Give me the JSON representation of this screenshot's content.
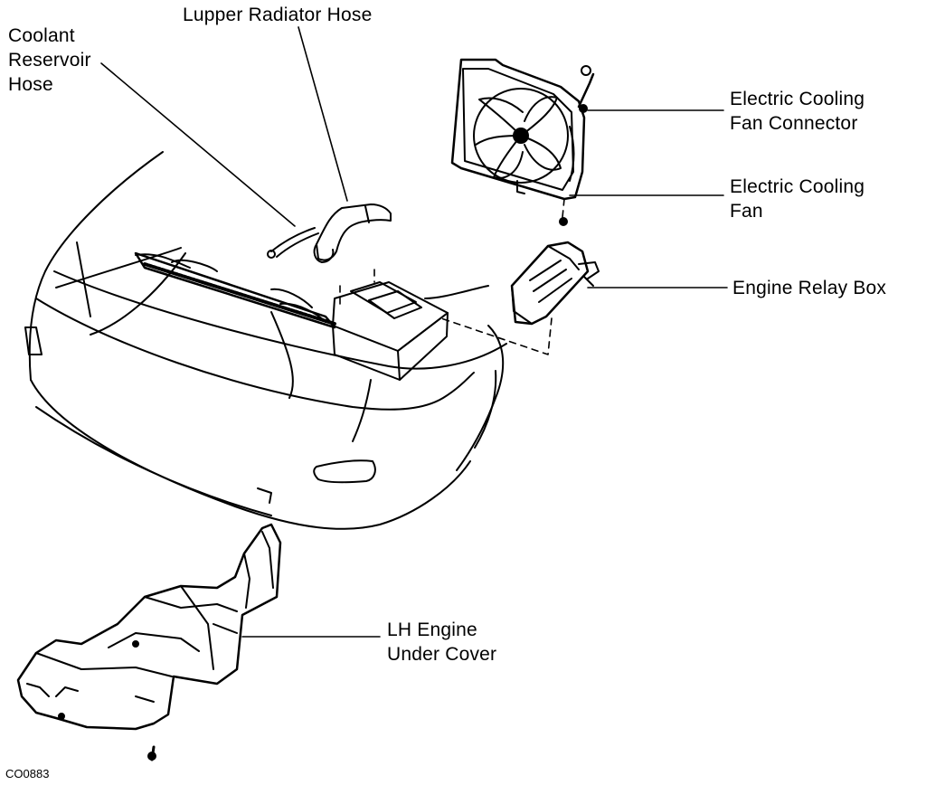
{
  "labels": {
    "coolant_reservoir_hose": [
      "Coolant",
      "Reservoir",
      "Hose"
    ],
    "upper_radiator_hose": [
      "Lupper Radiator Hose"
    ],
    "electric_cooling_fan_connector": [
      "Electric Cooling",
      "Fan Connector"
    ],
    "electric_cooling_fan": [
      "Electric Cooling",
      "Fan"
    ],
    "engine_relay_box": [
      "Engine Relay Box"
    ],
    "lh_engine_under_cover": [
      "LH Engine",
      "Under Cover"
    ]
  },
  "figure_code": "CO0883"
}
